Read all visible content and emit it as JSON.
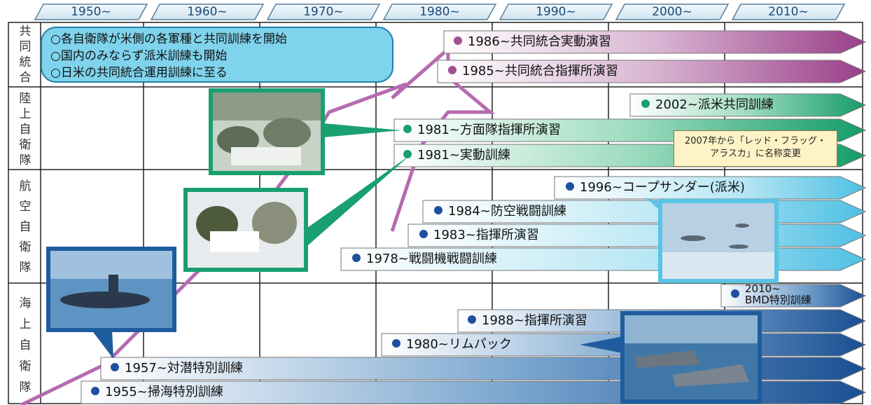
{
  "decades": [
    "1950~",
    "1960~",
    "1970~",
    "1980~",
    "1990~",
    "2000~",
    "2010~"
  ],
  "branches": [
    {
      "label": [
        "共",
        "同",
        "統",
        "合"
      ]
    },
    {
      "label": [
        "陸",
        "上",
        "自",
        "衛",
        "隊"
      ]
    },
    {
      "label": [
        "航",
        "空",
        "自",
        "衛",
        "隊"
      ]
    },
    {
      "label": [
        "海",
        "上",
        "自",
        "衛",
        "隊"
      ]
    }
  ],
  "callout": {
    "lines": [
      "○各自衛隊が米側の各軍種と共同訓練を開始",
      "○国内のみならず派米訓練も開始",
      "○日米の共同統合運用訓練に至る"
    ]
  },
  "note": {
    "lines": [
      "2007年から「レッド・フラッグ・",
      "アラスカ」に名称変更"
    ]
  },
  "exercises": {
    "joint_1986": "1986~共同統合実動演習",
    "joint_1985": "1985~共同統合指揮所演習",
    "gsdf_2002": "2002~派米共同訓練",
    "gsdf_1981a": "1981~方面隊指揮所演習",
    "gsdf_1981b": "1981~実動訓練",
    "asdf_1996": "1996~コープサンダー(派米)",
    "asdf_1984": "1984~防空戦闘訓練",
    "asdf_1983": "1983~指揮所演習",
    "asdf_1978": "1978~戦闘機戦闘訓練",
    "msdf_2010a": "2010~",
    "msdf_2010b": "BMD特別訓練",
    "msdf_1988": "1988~指揮所演習",
    "msdf_1980": "1980~リムパック",
    "msdf_1957": "1957~対潜特別訓練",
    "msdf_1955": "1955~掃海特別訓練"
  },
  "colors": {
    "joint": "#a0508f",
    "gsdf": "#1aa070",
    "asdf": "#58c4e6",
    "msdf": "#1e5c9e",
    "grid": "#222222",
    "callout": "#7fd3ec"
  },
  "icons": {
    "photos": [
      "soldiers-snow-photo",
      "soldiers-training-photo",
      "submarine-photo",
      "aircraft-formation-photo",
      "warships-photo"
    ]
  }
}
